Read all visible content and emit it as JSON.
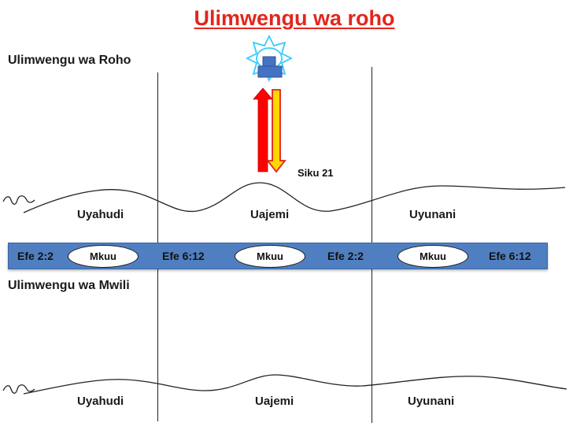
{
  "title": "Ulimwengu wa roho",
  "labels": {
    "spirit_world": "Ulimwengu wa Roho",
    "physical_world": "Ulimwengu wa Mwili",
    "siku": "Siku  21"
  },
  "regions_top": [
    "Uyahudi",
    "Uajemi",
    "Uyunani"
  ],
  "regions_bottom": [
    "Uyahudi",
    "Uajemi",
    "Uyunani"
  ],
  "bar": {
    "refs": [
      "Efe 2:2",
      "Efe 6:12",
      "Efe 2:2",
      "Efe 6:12"
    ],
    "ovals": [
      "Mkuu",
      "Mkuu",
      "Mkuu"
    ]
  },
  "colors": {
    "title": "#e3261c",
    "bar": "#4f7fc0",
    "arrow_up": "#ff0000",
    "arrow_down_fill": "#ffd700",
    "arrow_down_stroke": "#e02020",
    "sun_rays": "#33ccff",
    "throne": "#4472c4"
  },
  "icons": {
    "throne": "throne-icon",
    "sun": "radiant-sun-icon"
  }
}
